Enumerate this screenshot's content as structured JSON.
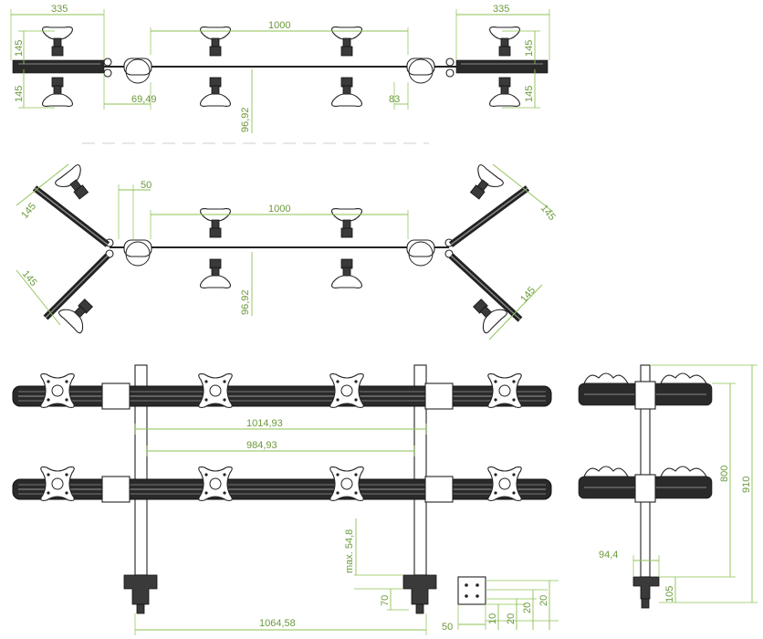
{
  "top_view": {
    "labels": {
      "left_width": "335",
      "right_width": "335",
      "span": "1000",
      "left_up": "145",
      "left_down": "145",
      "right_up": "145",
      "right_down": "145",
      "offset_left": "69,49",
      "offset_right": "83",
      "depth": "96,92"
    }
  },
  "angled_view": {
    "labels": {
      "offset": "50",
      "span": "1000",
      "left_upper": "145",
      "left_lower": "145",
      "right_upper": "145",
      "right_lower": "145",
      "depth": "96,92"
    }
  },
  "front_view": {
    "labels": {
      "outer_span": "1014,93",
      "inner_span": "984,93",
      "max_label": "max. 54,8",
      "clamp_height": "70",
      "clamp_width": "50",
      "base_span": "1064,58",
      "plate_10": "10",
      "plate_20a": "20",
      "plate_20b": "20",
      "plate_20c": "20"
    }
  },
  "side_view": {
    "labels": {
      "height_800": "800",
      "height_910": "910",
      "width_94": "94,4",
      "foot_105": "105"
    }
  },
  "colors": {
    "dimension": "#6c9a3c",
    "line": "#8cc152",
    "part": "#2a2a2a"
  }
}
